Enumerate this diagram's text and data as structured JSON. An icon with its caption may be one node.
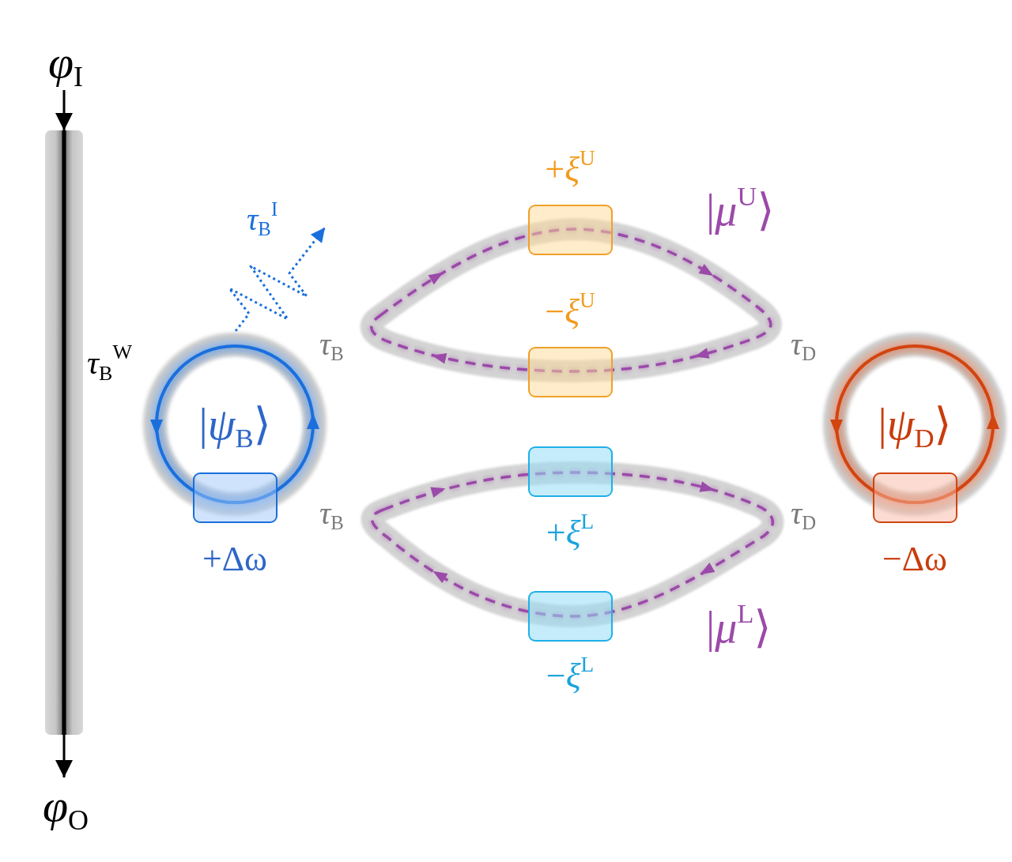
{
  "diagram": {
    "nodes": [
      {
        "text": [
          "*φ*$_{I}$"
        ]
      },
      {
        "text": [],
        "shape": "bar"
      },
      {
        "text": [
          "*φ*$_{O}$"
        ]
      },
      {
        "text": [
          "|*ψ*$_{B}$⟩"
        ]
      },
      {
        "text": [
          "+Δω"
        ]
      },
      {
        "text": [
          "+*ξ*$^{U}$"
        ]
      },
      {
        "text": [
          "−*ξ*$^{U}$"
        ]
      },
      {
        "text": [
          "+*ξ*$^{L}$"
        ]
      },
      {
        "text": [
          "−*ξ*$^{L}$"
        ]
      },
      {
        "text": [
          "|*ψ*$_{D}$⟩"
        ]
      },
      {
        "text": [
          "−Δω"
        ]
      }
    ],
    "edges": [
      {
        "from": 0,
        "to": 1,
        "arrow": "to"
      },
      {
        "from": 1,
        "to": 2,
        "arrow": "to"
      },
      {
        "from": 3,
        "to": null,
        "arrow": "to",
        "label": "*τ*$_{B}$$^{I}$",
        "style": "dashed",
        "color": "#1a6fdc"
      }
    ],
    "labels": [
      "|*μ*$^{U}$⟩",
      "*τ*$_{B}$",
      "*τ*$_{D}$",
      "*τ*$_{B}$$^{W}$",
      "*τ*$_{B}$",
      "*τ*$_{D}$",
      "|*μ*$^{L}$⟩"
    ]
  }
}
